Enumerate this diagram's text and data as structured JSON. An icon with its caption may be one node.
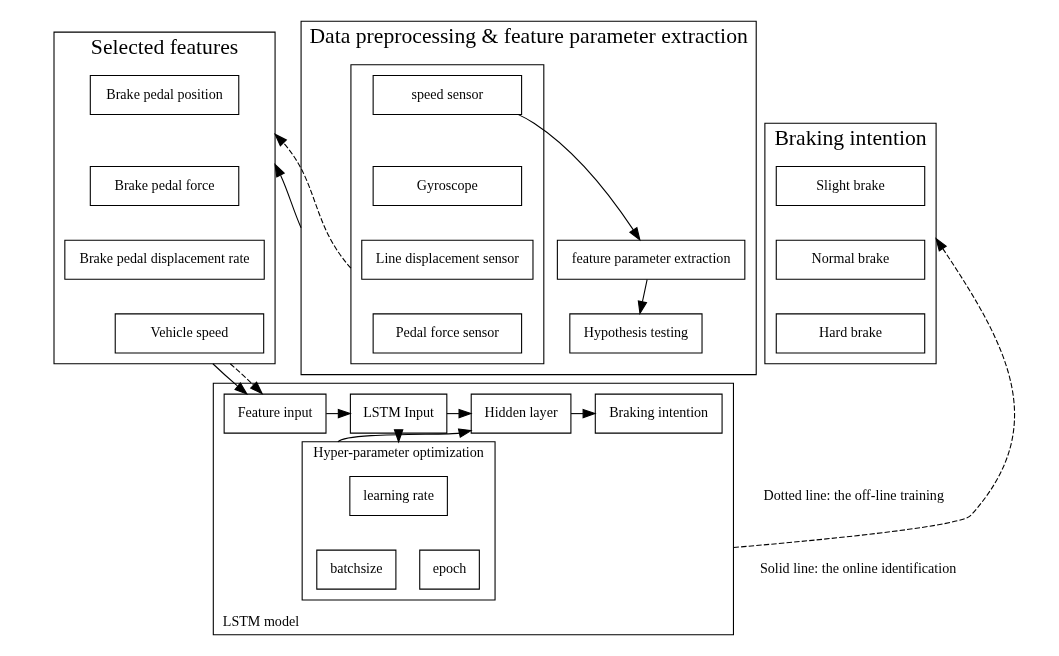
{
  "diagram": {
    "nodes": [
      {
        "text": [
          "Selected features"
        ]
      },
      {
        "text": [
          "Brake pedal position"
        ],
        "in": 0
      },
      {
        "text": [
          "Brake pedal force"
        ],
        "in": 0
      },
      {
        "text": [
          "Brake pedal displacement rate"
        ],
        "in": 0
      },
      {
        "text": [
          "Vehicle speed"
        ],
        "in": 0
      },
      {
        "text": [
          "Data preprocessing & feature parameter extraction"
        ]
      },
      {
        "text": [
          "feature parameter extraction"
        ],
        "in": 5
      },
      {
        "text": [
          "Hypothesis testing"
        ],
        "in": 5
      },
      {
        "text": [],
        "shape": "box",
        "in": 5
      },
      {
        "text": [
          "speed sensor"
        ],
        "in": 8
      },
      {
        "text": [
          "Gyroscope"
        ],
        "in": 8
      },
      {
        "text": [
          "Line displacement sensor"
        ],
        "in": 8
      },
      {
        "text": [
          "Pedal force sensor"
        ],
        "in": 8
      },
      {
        "text": [
          "Braking intention"
        ]
      },
      {
        "text": [
          "Slight brake"
        ],
        "in": 13
      },
      {
        "text": [
          "Normal brake"
        ],
        "in": 13
      },
      {
        "text": [
          "Hard brake"
        ],
        "in": 13
      },
      {
        "text": [
          "LSTM model"
        ]
      },
      {
        "text": [
          "Feature input"
        ],
        "in": 17
      },
      {
        "text": [
          "LSTM Input"
        ],
        "in": 17
      },
      {
        "text": [
          "Hidden layer"
        ],
        "in": 17
      },
      {
        "text": [
          "Braking intention"
        ],
        "in": 17
      },
      {
        "text": [
          "Hyper-parameter optimization"
        ],
        "in": 17
      },
      {
        "text": [
          "learning rate"
        ],
        "in": 22
      },
      {
        "text": [
          "batchsize"
        ],
        "in": 22
      },
      {
        "text": [
          "epoch"
        ],
        "in": 22
      }
    ],
    "edges": [
      {
        "from": 9,
        "to": 6,
        "arrow": "to"
      },
      {
        "from": 6,
        "to": 7,
        "arrow": "to"
      },
      {
        "from": 5,
        "to": 0,
        "arrow": "to"
      },
      {
        "from": 8,
        "to": 0,
        "arrow": "to",
        "style": "dashed"
      },
      {
        "from": 0,
        "to": 18,
        "arrow": "to"
      },
      {
        "from": 0,
        "to": 18,
        "arrow": "to",
        "style": "dashed"
      },
      {
        "from": 18,
        "to": 19,
        "arrow": "to"
      },
      {
        "from": 19,
        "to": 20,
        "arrow": "to"
      },
      {
        "from": 20,
        "to": 21,
        "arrow": "to"
      },
      {
        "from": 22,
        "to": 20,
        "arrow": "to"
      },
      {
        "from": 19,
        "to": 22,
        "arrow": "to"
      },
      {
        "from": 17,
        "to": 13,
        "arrow": "to",
        "style": "dashed"
      }
    ],
    "labels": [
      "Dotted line: the off-line training",
      "Solid line: the online identification"
    ]
  }
}
